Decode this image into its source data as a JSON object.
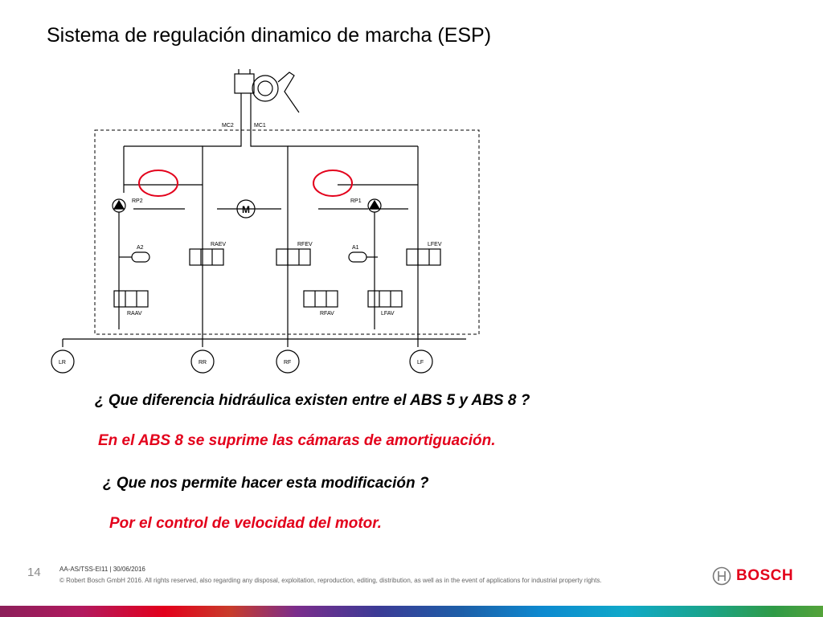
{
  "slide": {
    "title": "Sistema de regulación dinamico de marcha (ESP)",
    "page_number": "14"
  },
  "diagram": {
    "labels": {
      "mc2": "MC2",
      "mc1": "MC1",
      "rp2": "RP2",
      "rp1": "RP1",
      "motor": "M",
      "a2": "A2",
      "a1": "A1",
      "raev": "RAEV",
      "rfev": "RFEV",
      "lfev": "LFEV",
      "raav": "RAAV",
      "rfav": "RFAV",
      "lfav": "LFAV",
      "lr": "LR",
      "rr": "RR",
      "rf": "RF",
      "lf": "LF"
    },
    "highlight_color": "#e3001b"
  },
  "questions": {
    "q1": "¿ Que diferencia hidráulica existen entre el ABS 5 y ABS 8 ?",
    "a1": "En el ABS 8 se suprime las cámaras de amortiguación.",
    "q2": "¿ Que nos permite hacer esta modificación ?",
    "a2": "Por el control de velocidad del motor."
  },
  "footer": {
    "ref": "AA-AS/TSS-EI11 | 30/06/2016",
    "copyright": "© Robert Bosch GmbH 2016. All rights reserved, also regarding any disposal, exploitation, reproduction, editing, distribution, as well as in the event of applications for industrial property rights.",
    "logo_text": "BOSCH"
  },
  "colors": {
    "accent_red": "#e3001b"
  }
}
